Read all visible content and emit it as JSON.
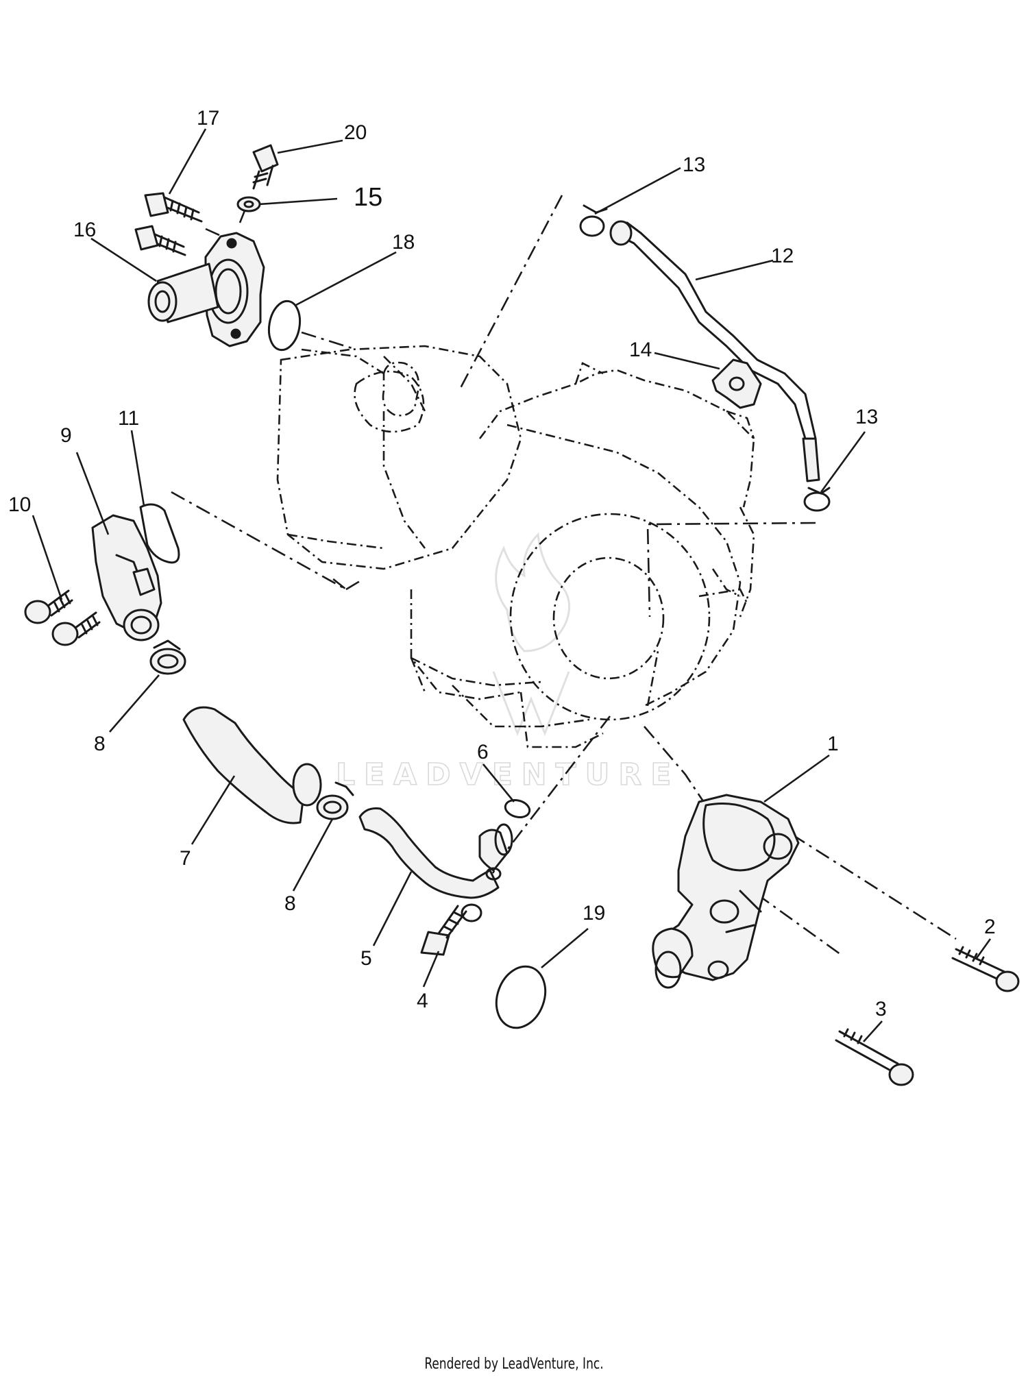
{
  "callouts": [
    {
      "id": "1",
      "label": "1"
    },
    {
      "id": "2",
      "label": "2"
    },
    {
      "id": "3",
      "label": "3"
    },
    {
      "id": "4",
      "label": "4"
    },
    {
      "id": "5",
      "label": "5"
    },
    {
      "id": "6",
      "label": "6"
    },
    {
      "id": "7",
      "label": "7"
    },
    {
      "id": "8a",
      "label": "8"
    },
    {
      "id": "8b",
      "label": "8"
    },
    {
      "id": "9",
      "label": "9"
    },
    {
      "id": "10",
      "label": "10"
    },
    {
      "id": "11",
      "label": "11"
    },
    {
      "id": "12",
      "label": "12"
    },
    {
      "id": "13a",
      "label": "13"
    },
    {
      "id": "13b",
      "label": "13"
    },
    {
      "id": "14",
      "label": "14"
    },
    {
      "id": "15",
      "label": "15"
    },
    {
      "id": "16",
      "label": "16"
    },
    {
      "id": "17",
      "label": "17"
    },
    {
      "id": "18",
      "label": "18"
    },
    {
      "id": "19",
      "label": "19"
    },
    {
      "id": "20",
      "label": "20"
    }
  ],
  "watermark": {
    "text": "LEADVENTURE"
  },
  "footer": {
    "text": "Rendered by LeadVenture, Inc."
  }
}
